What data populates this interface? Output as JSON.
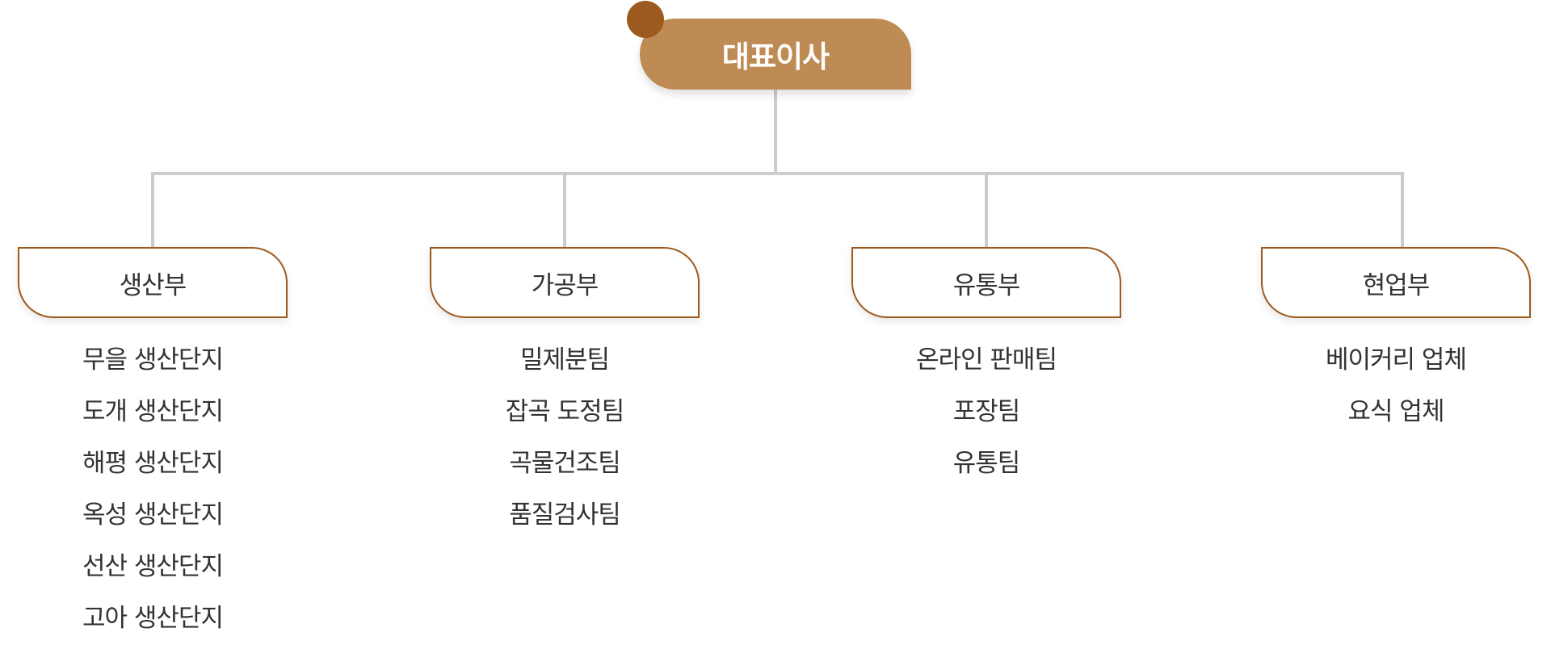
{
  "colors": {
    "ceo_fill": "#bf8b54",
    "ceo_dot": "#9c5a1e",
    "dept_border": "#9c5a1e",
    "connector": "#cccccc",
    "text": "#333333"
  },
  "ceo": {
    "label": "대표이사"
  },
  "departments": [
    {
      "name": "생산부",
      "teams": [
        "무을 생산단지",
        "도개 생산단지",
        "해평 생산단지",
        "옥성 생산단지",
        "선산 생산단지",
        "고아 생산단지"
      ]
    },
    {
      "name": "가공부",
      "teams": [
        "밀제분팀",
        "잡곡 도정팀",
        "곡물건조팀",
        "품질검사팀"
      ]
    },
    {
      "name": "유통부",
      "teams": [
        "온라인 판매팀",
        "포장팀",
        "유통팀"
      ]
    },
    {
      "name": "현업부",
      "teams": [
        "베이커리 업체",
        "요식 업체"
      ]
    }
  ]
}
